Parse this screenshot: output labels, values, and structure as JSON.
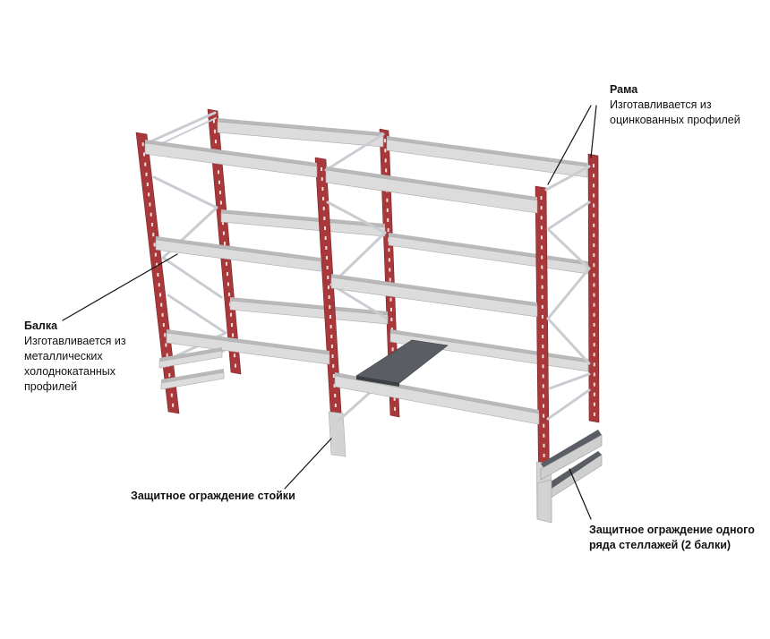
{
  "labels": {
    "rama": {
      "title": "Рама",
      "description": "Изготавливается из оцинкованных профилей"
    },
    "balka": {
      "title": "Балка",
      "description": "Изготавливается из металлических холоднокатанных профилей"
    },
    "post_guard": {
      "title": "Защитное ограждение стойки"
    },
    "row_guard": {
      "title": "Защитное ограждение одного ряда стеллажей (2 балки)"
    }
  },
  "colors": {
    "upright": "#a8383a",
    "upright_dark": "#7a2426",
    "beam": "#dcdcdc",
    "beam_shade": "#b9b9b9",
    "brace": "#c9cdd2",
    "deck": "#5a5d63",
    "guard": "#d3d3d3",
    "leader": "#111111"
  }
}
